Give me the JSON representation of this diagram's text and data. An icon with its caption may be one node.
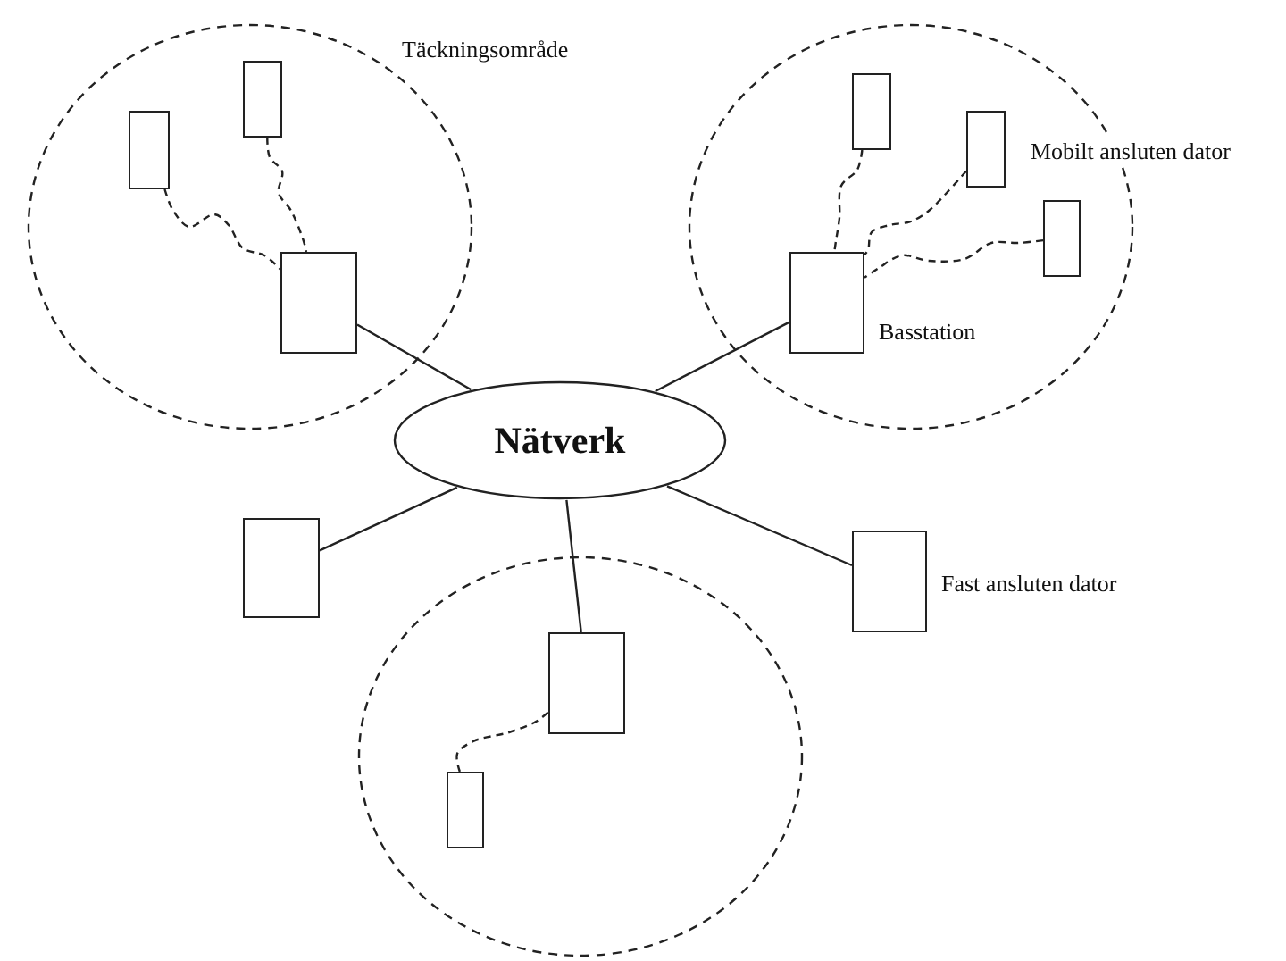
{
  "diagram": {
    "nodes": [
      {
        "text": [
          "Täckningsområde"
        ]
      },
      {
        "text": [],
        "shape": "box",
        "in": 0
      },
      {
        "text": [],
        "shape": "box",
        "in": 0
      },
      {
        "text": [],
        "shape": "box",
        "in": 0
      },
      {
        "text": [],
        "shape": "circle"
      },
      {
        "text": [],
        "shape": "box",
        "in": 4
      },
      {
        "text": [],
        "shape": "box",
        "in": 4,
        "beside": [
          "Mobilt ansluten dator"
        ]
      },
      {
        "text": [],
        "shape": "box",
        "in": 4
      },
      {
        "text": [],
        "shape": "box",
        "in": 4,
        "beside": [
          "Basstation"
        ]
      },
      {
        "text": [
          "Nätverk"
        ]
      },
      {
        "text": [],
        "shape": "box"
      },
      {
        "text": [],
        "shape": "box",
        "beside": [
          "Fast ansluten dator"
        ]
      },
      {
        "text": [],
        "shape": "circle"
      },
      {
        "text": [],
        "shape": "box",
        "in": 12
      },
      {
        "text": [],
        "shape": "box",
        "in": 12
      }
    ],
    "edges": [
      {
        "from": 1,
        "to": 3,
        "arrow": "none",
        "style": "dashed"
      },
      {
        "from": 2,
        "to": 3,
        "arrow": "none",
        "style": "dashed"
      },
      {
        "from": 5,
        "to": 8,
        "arrow": "none",
        "style": "dashed"
      },
      {
        "from": 6,
        "to": 8,
        "arrow": "none",
        "style": "dashed"
      },
      {
        "from": 7,
        "to": 8,
        "arrow": "none",
        "style": "dashed"
      },
      {
        "from": 14,
        "to": 13,
        "arrow": "none",
        "style": "dashed"
      },
      {
        "from": 3,
        "to": 9,
        "arrow": "none"
      },
      {
        "from": 8,
        "to": 9,
        "arrow": "none"
      },
      {
        "from": 9,
        "to": 10,
        "arrow": "none"
      },
      {
        "from": 9,
        "to": 11,
        "arrow": "none"
      },
      {
        "from": 9,
        "to": 13,
        "arrow": "none"
      }
    ]
  }
}
